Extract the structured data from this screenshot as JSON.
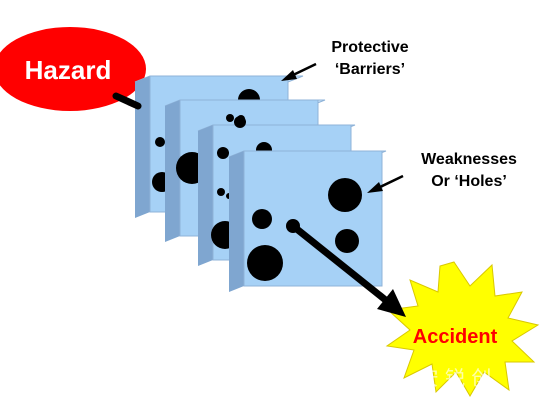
{
  "hazard": {
    "label": "Hazard",
    "color": "#ff0000",
    "text_color": "#ffffff"
  },
  "barriers_label": {
    "line1": "Protective",
    "line2": "‘Barriers’"
  },
  "holes_label": {
    "line1": "Weaknesses",
    "line2": "Or ‘Holes’"
  },
  "accident": {
    "label": "Accident",
    "fill": "#ffff00",
    "text_color": "#ff0000"
  },
  "watermark": "安 锐 创",
  "colors": {
    "barrier_face": "#a6d1f6",
    "barrier_edge": "#7fa6d0",
    "hole": "#000000",
    "arrow": "#000000"
  }
}
